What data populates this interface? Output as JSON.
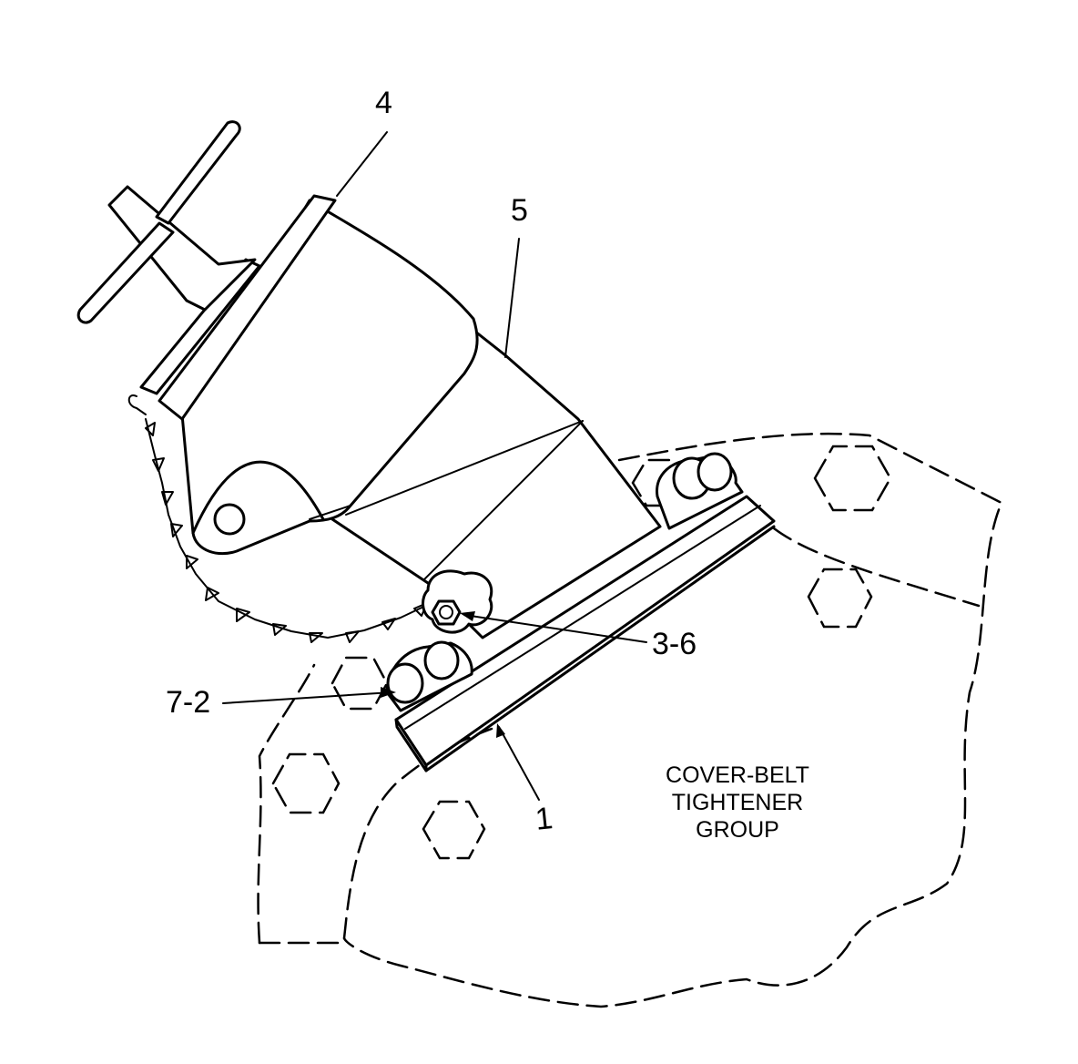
{
  "callouts": {
    "item_4": "4",
    "item_5": "5",
    "item_3_6": "3-6",
    "item_7_2": "7-2",
    "item_1": "1"
  },
  "group_label": {
    "line1": "COVER-BELT",
    "line2": "TIGHTENER",
    "line3": "GROUP"
  },
  "colors": {
    "ink": "#000000",
    "paper": "#ffffff"
  }
}
